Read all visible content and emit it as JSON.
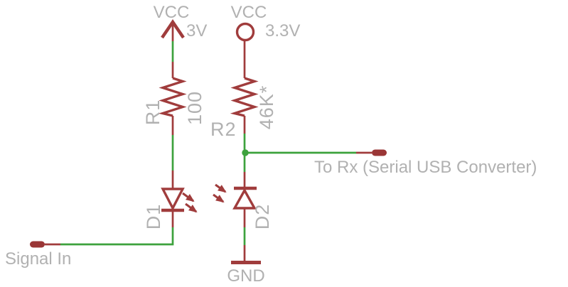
{
  "schematic": {
    "power_rails": {
      "vcc_3v": {
        "label": "VCC",
        "voltage": "3V",
        "symbol": "arrow-up"
      },
      "vcc_3v3": {
        "label": "VCC",
        "voltage": "3.3V",
        "symbol": "circle"
      }
    },
    "components": {
      "r1": {
        "designator": "R1",
        "value": "100",
        "type": "resistor"
      },
      "r2": {
        "designator": "R2",
        "value": "46K*",
        "type": "resistor"
      },
      "d1": {
        "designator": "D1",
        "type": "led",
        "role": "emitter"
      },
      "d2": {
        "designator": "D2",
        "type": "led",
        "role": "detector"
      }
    },
    "ports": {
      "signal_in": {
        "label": "Signal In"
      },
      "to_rx": {
        "label": "To Rx (Serial USB Converter)"
      },
      "gnd": {
        "label": "GND"
      }
    },
    "colors": {
      "symbol_red": "#a03c3c",
      "pad_red": "#9a3636",
      "net_green": "#3da23d",
      "text_gray": "#b1b1b1",
      "background": "#ffffff"
    }
  }
}
